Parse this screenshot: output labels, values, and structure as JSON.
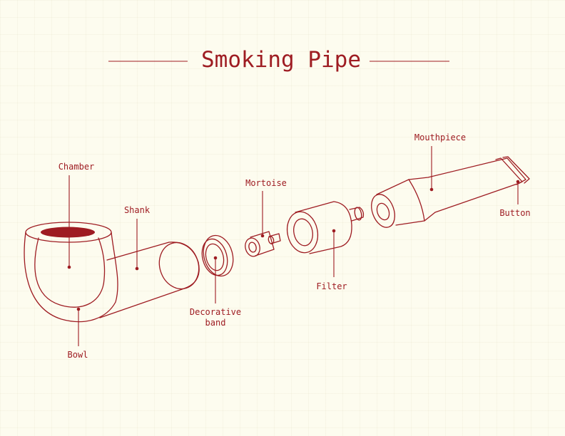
{
  "title": "Smoking Pipe",
  "colors": {
    "ink": "#9e1c22",
    "background": "#fdfcef"
  },
  "labels": {
    "chamber": "Chamber",
    "shank": "Shank",
    "bowl": "Bowl",
    "decorative_band_line1": "Decorative",
    "decorative_band_line2": "band",
    "mortoise": "Mortoise",
    "filter": "Filter",
    "mouthpiece": "Mouthpiece",
    "button": "Button"
  }
}
